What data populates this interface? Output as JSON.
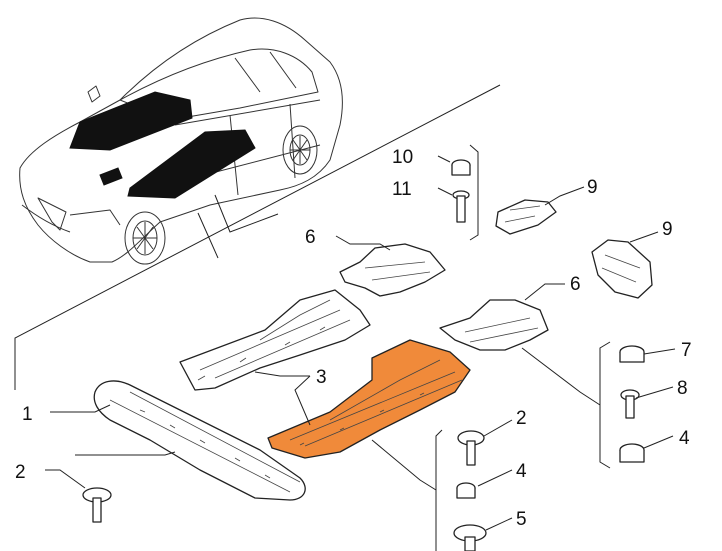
{
  "diagram": {
    "callouts": {
      "c1": "1",
      "c2a": "2",
      "c2b": "2",
      "c3": "3",
      "c4a": "4",
      "c4b": "4",
      "c5": "5",
      "c6a": "6",
      "c6b": "6",
      "c7": "7",
      "c8": "8",
      "c9a": "9",
      "c9b": "9",
      "c10": "10",
      "c11": "11"
    },
    "highlight_color": "#f08a3a"
  }
}
